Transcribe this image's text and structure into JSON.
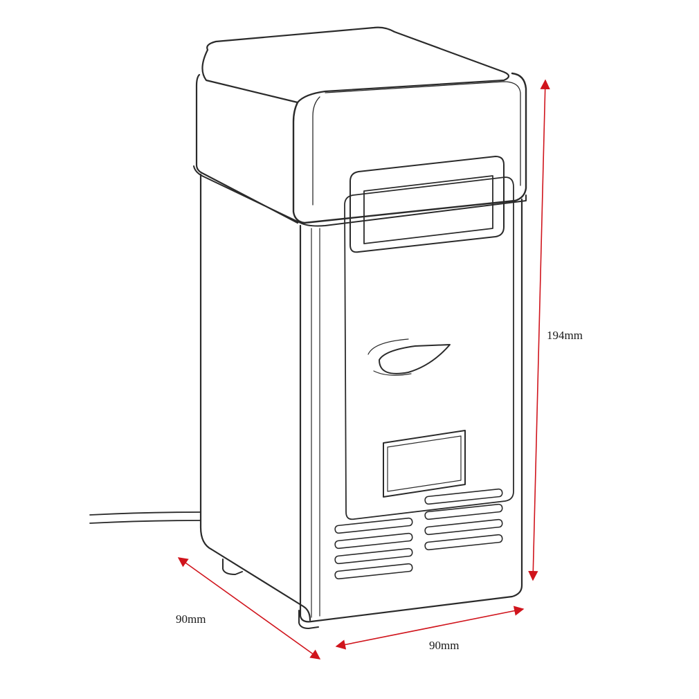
{
  "dimensions": {
    "height_label": "194mm",
    "depth_label": "90mm",
    "width_label": "90mm"
  },
  "colors": {
    "line": "#2a2a2a",
    "arrow": "#d0141c",
    "background": "#ffffff"
  }
}
